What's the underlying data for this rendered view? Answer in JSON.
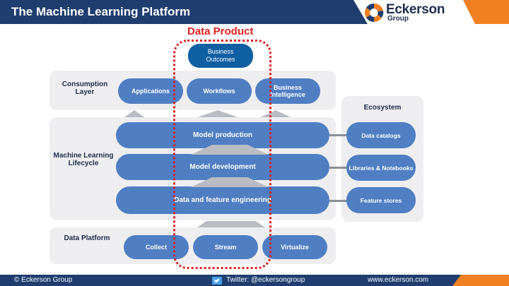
{
  "header": {
    "title": "The Machine Learning Platform",
    "logo_name": "Eckerson",
    "logo_sub": "Group",
    "colors": {
      "header_bg": "#1f3d6e",
      "accent_orange": "#f08020",
      "pill_blue": "#4f7ec2"
    }
  },
  "data_product": {
    "title": "Data Product",
    "outcomes": "Business Outcomes",
    "border_color": "#d92020"
  },
  "consumption": {
    "label": "Consumption Layer",
    "items": [
      "Applications",
      "Workflows",
      "Business Intelligence"
    ]
  },
  "lifecycle": {
    "label": "Machine Learning Lifecycle",
    "stages": [
      "Model production",
      "Model development",
      "Data and feature engineering"
    ]
  },
  "platform": {
    "label": "Data Platform",
    "items": [
      "Collect",
      "Stream",
      "Virtualize"
    ]
  },
  "ecosystem": {
    "label": "Ecosystem",
    "items": [
      "Data catalogs",
      "Libraries & Notebooks",
      "Feature stores"
    ]
  },
  "footer": {
    "copyright": "© Eckerson Group",
    "twitter": "Twitter: @eckersongroup",
    "website": "www.eckerson.com",
    "twitter_icon": "twitter-icon"
  }
}
